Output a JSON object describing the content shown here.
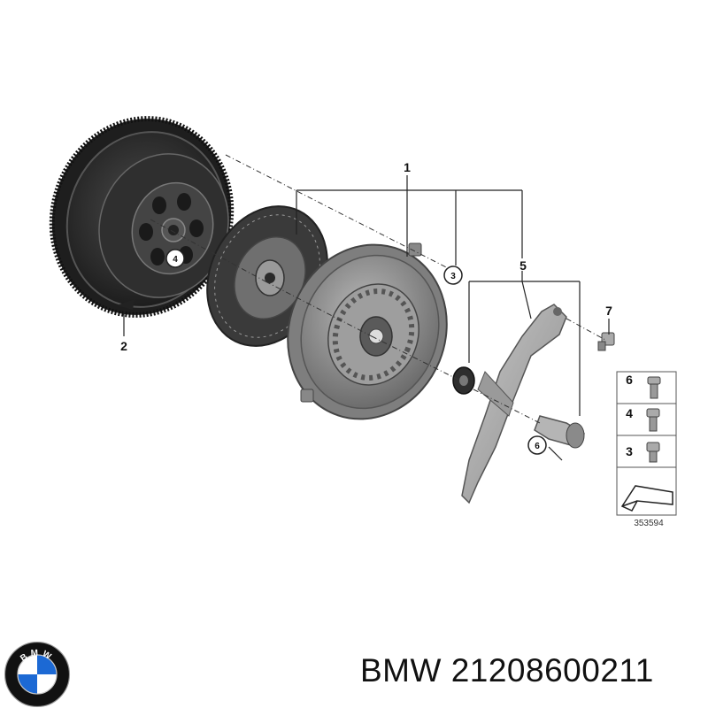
{
  "diagram": {
    "callouts": {
      "c1": "1",
      "c2": "2",
      "c3": "3",
      "c4": "4",
      "c5": "5",
      "c6": "6",
      "c7": "7"
    },
    "legend": {
      "rows": [
        {
          "label": "6"
        },
        {
          "label": "4"
        },
        {
          "label": "3"
        }
      ]
    },
    "reference_number": "353594"
  },
  "brand": {
    "logo_letters": "BMW",
    "colors": {
      "blue": "#1c69d4",
      "ring": "#111111",
      "white": "#ffffff"
    }
  },
  "caption": {
    "text": "BMW 21208600211"
  }
}
